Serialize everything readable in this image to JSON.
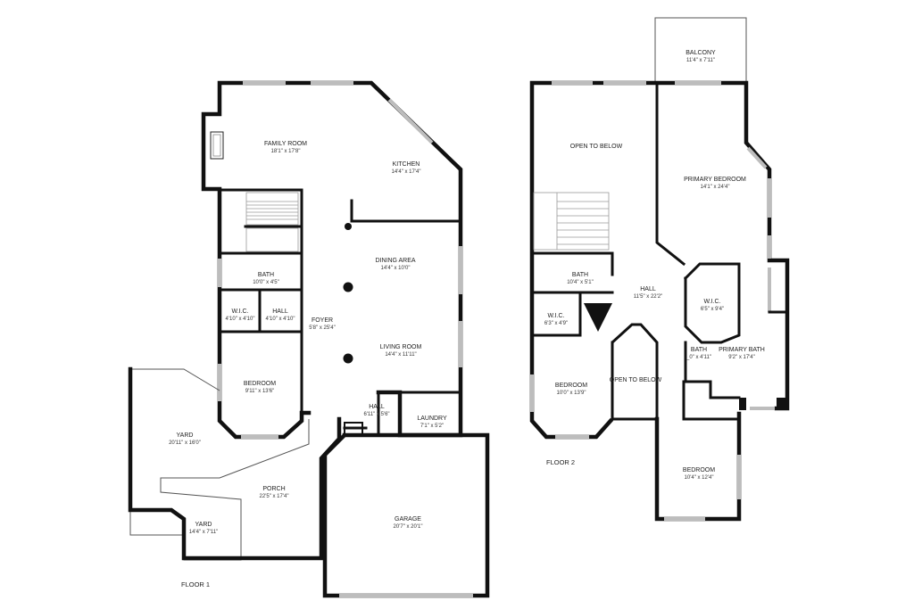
{
  "floors": [
    {
      "label": "FLOOR 1",
      "rooms": [
        {
          "name": "FAMILY ROOM",
          "dims": "18'1\" x 17'8\""
        },
        {
          "name": "KITCHEN",
          "dims": "14'4\" x 17'4\""
        },
        {
          "name": "DINING AREA",
          "dims": "14'4\" x 10'0\""
        },
        {
          "name": "BATH",
          "dims": "10'0\" x 4'5\""
        },
        {
          "name": "W.I.C.",
          "dims": "4'10\" x 4'10\""
        },
        {
          "name": "HALL",
          "dims": "4'10\" x 4'10\""
        },
        {
          "name": "FOYER",
          "dims": "5'8\" x 25'4\""
        },
        {
          "name": "LIVING ROOM",
          "dims": "14'4\" x 11'11\""
        },
        {
          "name": "BEDROOM",
          "dims": "9'11\" x 13'6\""
        },
        {
          "name": "YARD",
          "dims": "20'11\" x 16'0\""
        },
        {
          "name": "HALL",
          "dims": "6'11\" x 5'6\""
        },
        {
          "name": "LAUNDRY",
          "dims": "7'1\" x 5'2\""
        },
        {
          "name": "PORCH",
          "dims": "22'5\" x 17'4\""
        },
        {
          "name": "GARAGE",
          "dims": "20'7\" x 20'1\""
        },
        {
          "name": "YARD",
          "dims": "14'4\" x 7'11\""
        }
      ]
    },
    {
      "label": "FLOOR 2",
      "rooms": [
        {
          "name": "BALCONY",
          "dims": "11'4\" x 7'11\""
        },
        {
          "name": "OPEN TO BELOW",
          "dims": ""
        },
        {
          "name": "PRIMARY BEDROOM",
          "dims": "14'1\" x 24'4\""
        },
        {
          "name": "BATH",
          "dims": "10'4\" x 5'1\""
        },
        {
          "name": "HALL",
          "dims": "11'5\" x 22'2\""
        },
        {
          "name": "W.I.C.",
          "dims": "6'5\" x 9'4\""
        },
        {
          "name": "W.I.C.",
          "dims": "6'3\" x 4'9\""
        },
        {
          "name": "BATH",
          "dims": "_0\" x 4'11\""
        },
        {
          "name": "PRIMARY BATH",
          "dims": "9'2\" x 17'4\""
        },
        {
          "name": "BEDROOM",
          "dims": "10'0\" x 13'9\""
        },
        {
          "name": "OPEN TO BELOW",
          "dims": ""
        },
        {
          "name": "BEDROOM",
          "dims": "10'4\" x 12'4\""
        }
      ]
    }
  ]
}
